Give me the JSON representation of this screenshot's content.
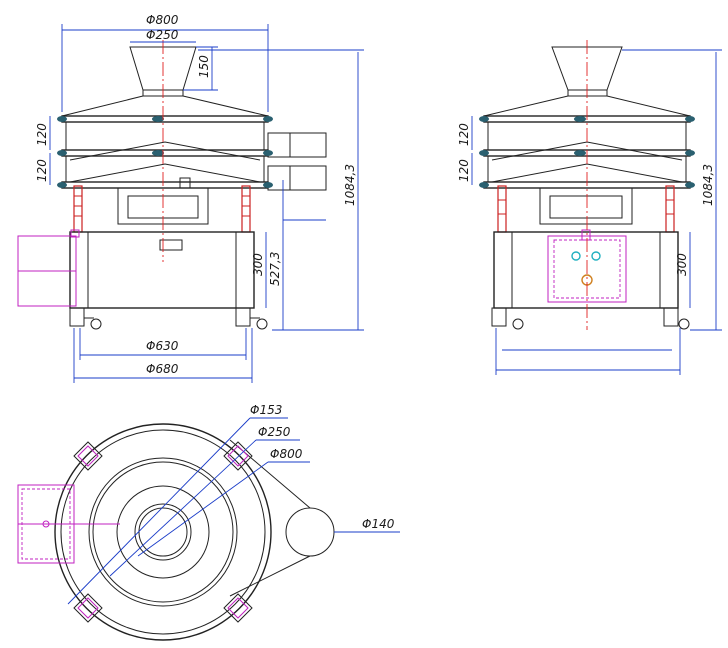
{
  "dimensions": {
    "front": {
      "overall_diameter": "Φ800",
      "inlet_diameter": "Φ250",
      "inlet_height": "150",
      "frame_height_1": "120",
      "frame_height_2": "120",
      "base_height": "300",
      "base_to_outlet": "527,3",
      "overall_height": "1084,3",
      "wheel_span_inner": "Φ630",
      "wheel_span_outer": "Φ680"
    },
    "side": {
      "frame_height_1": "120",
      "frame_height_2": "120",
      "base_height": "300",
      "overall_height": "1084,3"
    },
    "top": {
      "center_opening": "Φ153",
      "inlet": "Φ250",
      "body": "Φ800",
      "outlet": "Φ140"
    }
  },
  "colors": {
    "outline": "#222222",
    "dimension": "#1a3cc8",
    "centerline": "#e02020",
    "motor": "#c020c0",
    "rubber_clamp": "#2a6070"
  }
}
